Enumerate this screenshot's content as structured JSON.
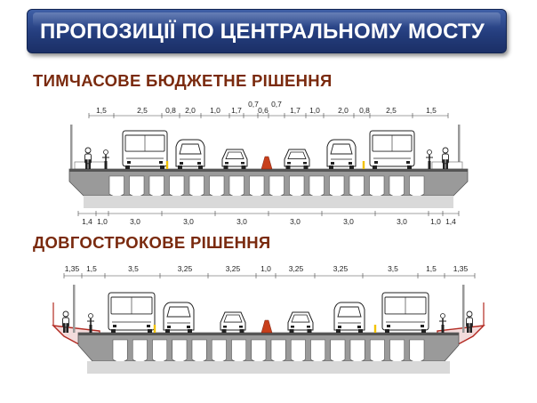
{
  "header": {
    "title": "ПРОПОЗИЦІЇ ПО ЦЕНТРАЛЬНОМУ МОСТУ"
  },
  "section1": {
    "title": "ТИМЧАСОВЕ БЮДЖЕТНЕ РІШЕННЯ",
    "top_dimensions": [
      "1,5",
      "2,5",
      "0,8",
      "2,0",
      "1,0",
      "1,7",
      "0,7",
      "0,6",
      "0,7",
      "1,7",
      "1,0",
      "2,0",
      "0,8",
      "2,5",
      "1,5"
    ],
    "bottom_dimensions": [
      "1,4",
      "1,0",
      "3,0",
      "3,0",
      "3,0",
      "3,0",
      "3,0",
      "3,0",
      "1,0",
      "1,4"
    ]
  },
  "section2": {
    "title": "ДОВГОСТРОКОВЕ РІШЕННЯ",
    "top_dimensions": [
      "1,35",
      "1,5",
      "3,5",
      "3,25",
      "3,25",
      "1,0",
      "3,25",
      "3,25",
      "3,5",
      "1,5",
      "1,35"
    ]
  },
  "colors": {
    "banner": "#243d7d",
    "section_title": "#7a2a0e",
    "deck": "#9a9a9a",
    "cone": "#c8401c",
    "marker": "#f2c200",
    "sidewalk_red": "#b22a22"
  }
}
